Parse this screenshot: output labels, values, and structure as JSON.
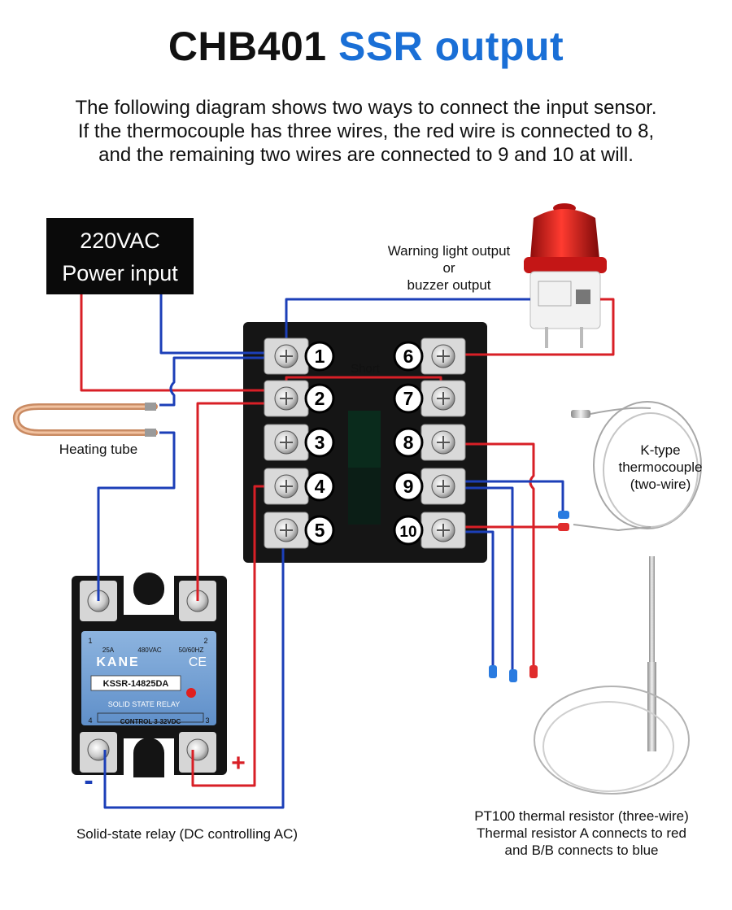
{
  "title": {
    "part1": "CHB401",
    "part2": "SSR output",
    "accent_color": "#1a6fd6"
  },
  "intro": [
    "The following diagram shows two ways to connect the input sensor.",
    "If the thermocouple has three wires, the red wire is connected to 8,",
    "and the remaining two wires are connected to 9 and 10 at will."
  ],
  "power": {
    "line1": "220VAC",
    "line2": "Power input"
  },
  "warning": {
    "line1": "Warning light output",
    "line2": "or",
    "line3": "buzzer output"
  },
  "controller": {
    "short_label": "Short",
    "terminals_left": [
      "1",
      "2",
      "3",
      "4",
      "5"
    ],
    "terminals_right": [
      "6",
      "7",
      "8",
      "9",
      "10"
    ]
  },
  "heating_tube": "Heating tube",
  "thermocouple": {
    "line1": "K-type",
    "line2": "thermocouple",
    "line3": "(two-wire)"
  },
  "ssr": {
    "brand": "KANE",
    "model": "KSSR-14825DA",
    "subtitle": "SOLID STATE RELAY",
    "rating_a": "25A",
    "rating_v": "480VAC",
    "rating_f": "50/60HZ",
    "control": "CONTROL 3-32VDC",
    "ce": "CE",
    "term1": "1",
    "term2": "2",
    "term3": "3",
    "term4": "4",
    "plus": "+",
    "minus": "-",
    "caption": "Solid-state relay (DC controlling AC)"
  },
  "pt100": {
    "line1": "PT100 thermal resistor (three-wire)",
    "line2": "Thermal resistor A connects to red",
    "line3": "and B/B connects to blue"
  },
  "colors": {
    "red_wire": "#d81f26",
    "blue_wire": "#1c3fb8",
    "ssr_blue": "#7aa5d6"
  }
}
